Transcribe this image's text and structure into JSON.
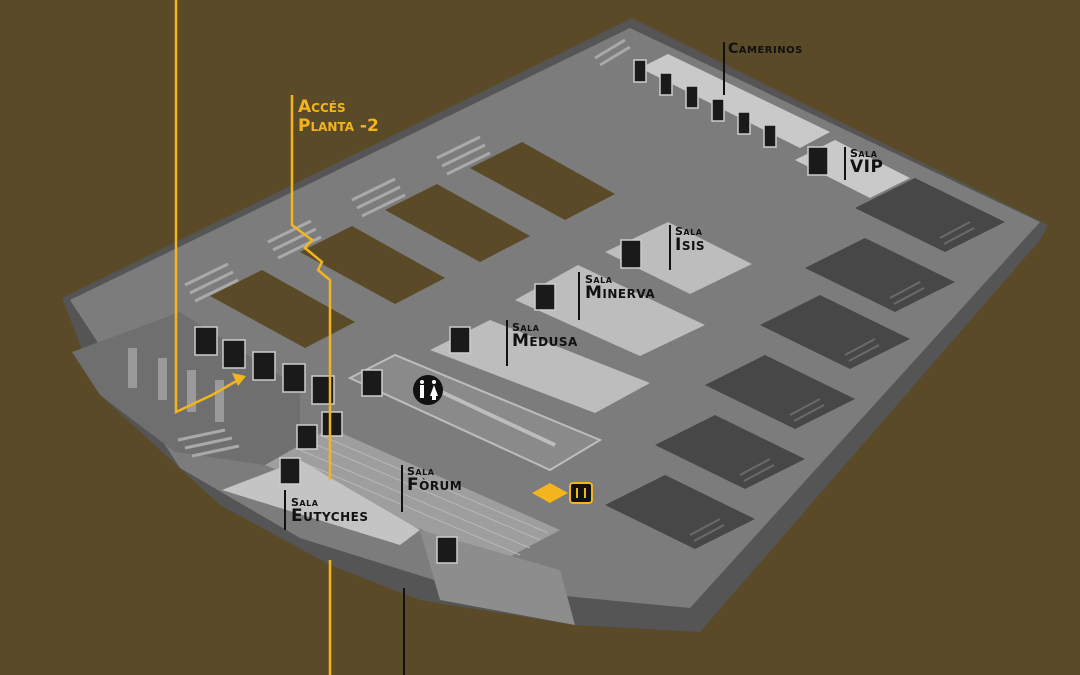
{
  "colors": {
    "background": "#5a4a28",
    "floor": "#7a7a7a",
    "edge": "#555555",
    "room_light": "#bdbdbd",
    "room_dark": "#4a4a4a",
    "accent": "#f2b51e"
  },
  "access": {
    "line1": "Accés",
    "line2": "Planta -2"
  },
  "rooms": [
    {
      "small": "",
      "big": "Camerinos"
    },
    {
      "small": "Sala",
      "big": "VIP"
    },
    {
      "small": "Sala",
      "big": "Isis"
    },
    {
      "small": "Sala",
      "big": "Minerva"
    },
    {
      "small": "Sala",
      "big": "Medusa"
    },
    {
      "small": "Sala",
      "big": "Fòrum"
    },
    {
      "small": "Sala",
      "big": "Eutyches"
    }
  ],
  "icons": {
    "restroom": "restroom-icon",
    "elevator": "elevator-icon",
    "arrow": "arrow-icon"
  }
}
